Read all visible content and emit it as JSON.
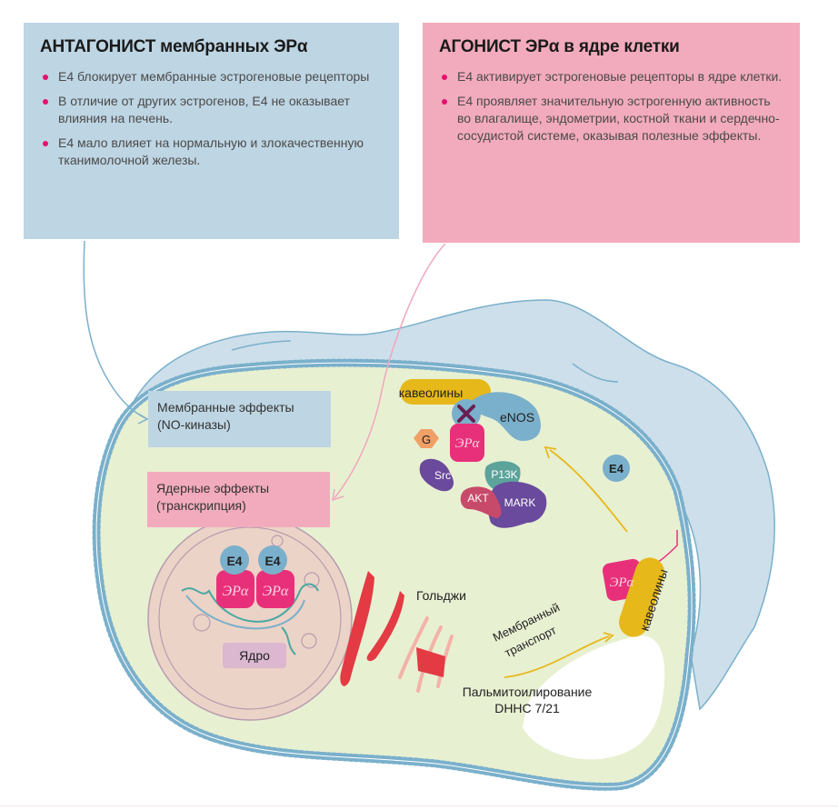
{
  "antagonist_box": {
    "title": "АНТАГОНИСТ мембранных ЭРα",
    "bullets": [
      "Е4 блокирует мембранные эстрогеновые рецепторы",
      "В отличие от других эстрогенов, Е4 не оказывает влияния на печень.",
      "Е4 мало влияет на нормальную и злокачественную тканимолочной железы."
    ]
  },
  "agonist_box": {
    "title": "АГОНИСТ ЭРα в ядре клетки",
    "bullets": [
      "Е4 активирует эстрогеновые рецепторы в ядре клетки.",
      "Е4 проявляет значительную эстрогенную активность во влагалище, эндометрии, костной ткани и сердечно-сосудистой системе, оказывая полезные эффекты."
    ]
  },
  "labels": {
    "membrane_effects": "Мембранные эффекты (NO-киназы)",
    "nuclear_effects": "Ядерные эффекты (транскрипция)",
    "caveolins": "кавеолины",
    "enos": "eNOS",
    "g": "G",
    "era": "ЭРα",
    "src": "Src",
    "pi3k": "P13K",
    "akt": "AKT",
    "mark": "MARK",
    "e4": "E4",
    "nucleus": "Ядро",
    "golgi": "Гольджи",
    "membrane_transport_1": "Мембранный",
    "membrane_transport_2": "транспорт",
    "palmitoylation": "Пальмитоилирование",
    "dhhc": "DHHC 7/21"
  },
  "colors": {
    "blue_box": "#bed5e3",
    "pink_box": "#f2abbc",
    "bullet": "#e6106e",
    "cytoplasm": "#e8f0d2",
    "membrane": "#7ab0cb",
    "outer_cell": "#cddfea",
    "era_magenta": "#e8307a",
    "caveolin_yellow": "#e6b81a",
    "nucleus_fill": "#ecd3c7"
  }
}
